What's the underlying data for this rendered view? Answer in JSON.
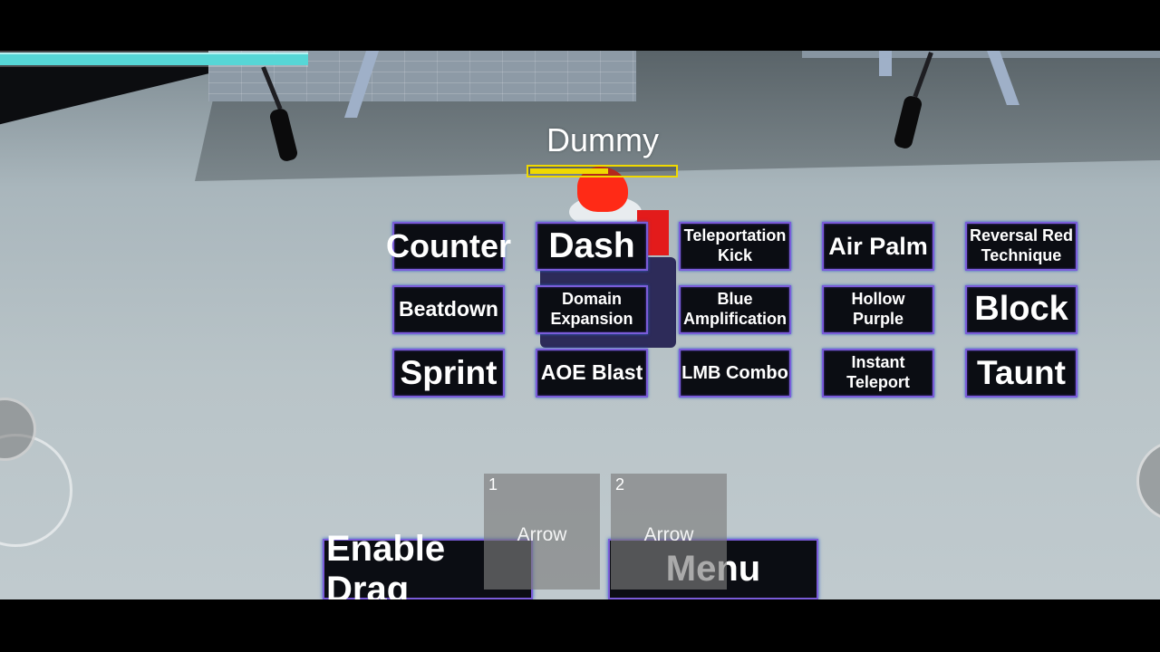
{
  "hud": {
    "health_fraction": 1.0,
    "health_color": "#56d6d6"
  },
  "target": {
    "name": "Dummy",
    "health_fraction": 0.55,
    "health_color": "#f0d900"
  },
  "skills": [
    {
      "label": "Counter"
    },
    {
      "label": "Dash"
    },
    {
      "label": "Teleportation\nKick"
    },
    {
      "label": "Air Palm"
    },
    {
      "label": "Reversal Red\nTechnique"
    },
    {
      "label": "Beatdown"
    },
    {
      "label": "Domain\nExpansion"
    },
    {
      "label": "Blue\nAmplification"
    },
    {
      "label": "Hollow\nPurple"
    },
    {
      "label": "Block"
    },
    {
      "label": "Sprint"
    },
    {
      "label": "AOE Blast"
    },
    {
      "label": "LMB Combo"
    },
    {
      "label": "Instant\nTeleport"
    },
    {
      "label": "Taunt"
    }
  ],
  "hotbar": [
    {
      "slot": "1",
      "label": "Arrow"
    },
    {
      "slot": "2",
      "label": "Arrow"
    }
  ],
  "buttons": {
    "enable_drag": "Enable Drag",
    "menu": "Menu"
  },
  "colors": {
    "button_bg": "#0b0d13",
    "button_border": "#7a5cd9",
    "button_glow": "#2e60c9"
  }
}
